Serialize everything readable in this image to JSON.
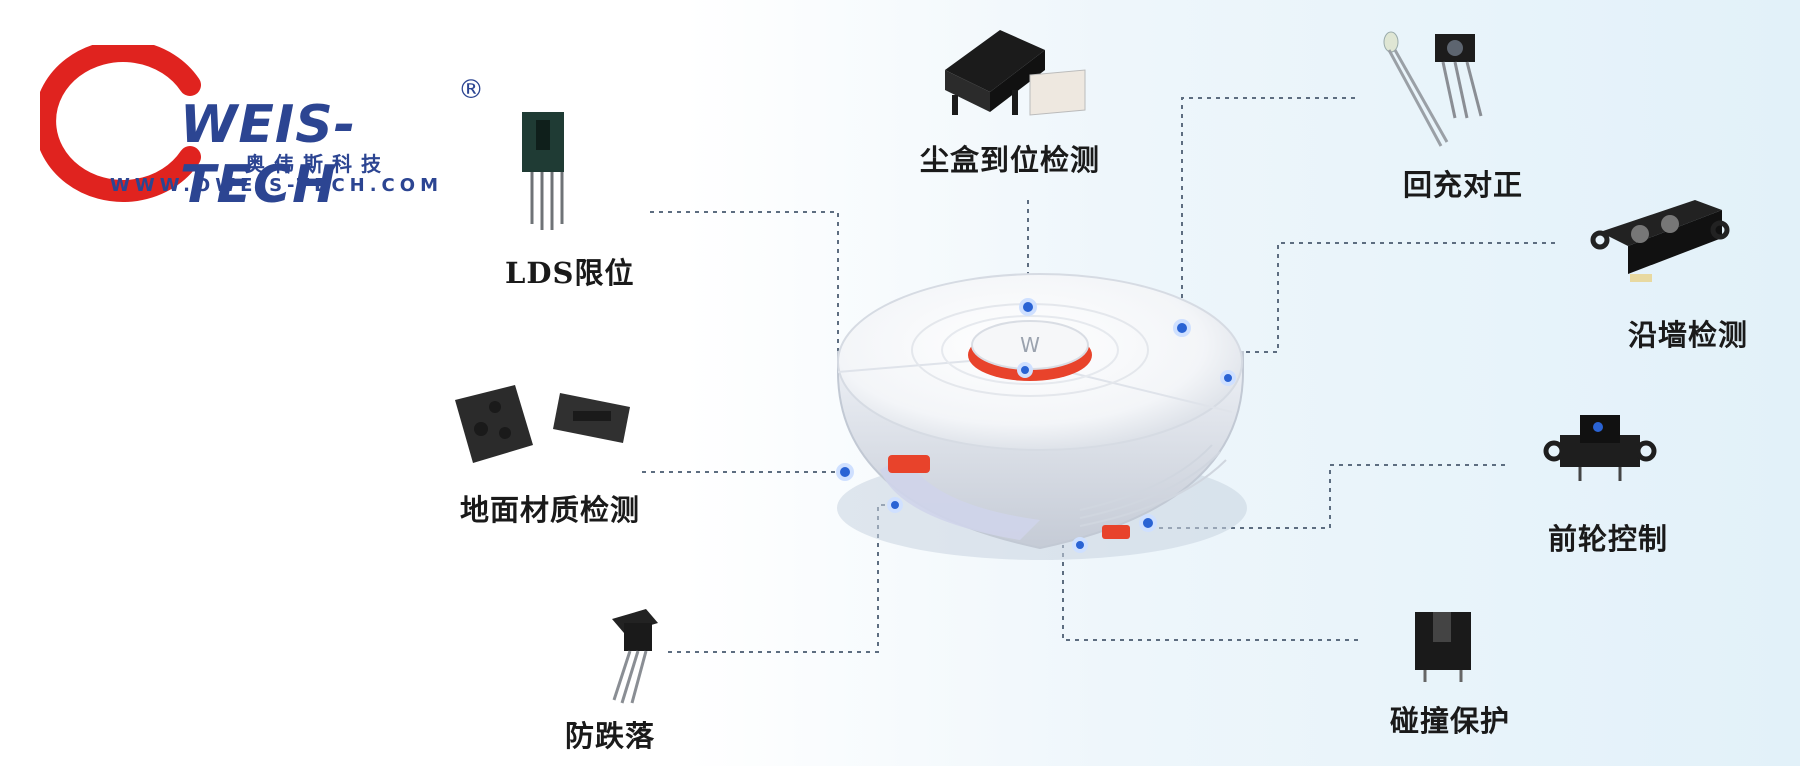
{
  "logo": {
    "brand": "WEIS-TECH",
    "registered": "®",
    "chinese_name": "奥伟斯科技",
    "website": "WWW.OWEIS-TECH.COM"
  },
  "labels": {
    "lds_limit": "LDS限位",
    "dust_box": "尘盒到位检测",
    "recharge_align": "回充对正",
    "wall_detect": "沿墙检测",
    "floor_material": "地面材质检测",
    "front_wheel": "前轮控制",
    "anti_fall": "防跌落",
    "collision": "碰撞保护"
  },
  "colors": {
    "brand_blue": "#2c4592",
    "logo_red": "#e0231f",
    "robot_accent": "#e8432b",
    "dot_blue": "#2a63d4",
    "leader_line": "#5d6d80"
  }
}
